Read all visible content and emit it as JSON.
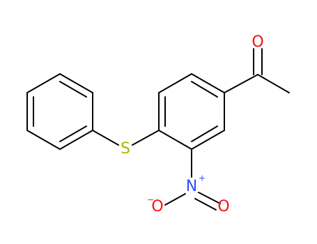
{
  "colors": {
    "bond": "#000000",
    "oxygen": "#ff0d0d",
    "sulfur": "#b2b200",
    "nitrogen": "#3050f8",
    "background": "#ffffff"
  },
  "atoms": {
    "carbonyl_oxygen": "O",
    "sulfur": "S",
    "nitro_nitrogen": "N",
    "nitro_nitrogen_charge": "+",
    "nitro_oxygen_left": "O",
    "nitro_oxygen_left_charge": "−",
    "nitro_oxygen_right": "O"
  }
}
